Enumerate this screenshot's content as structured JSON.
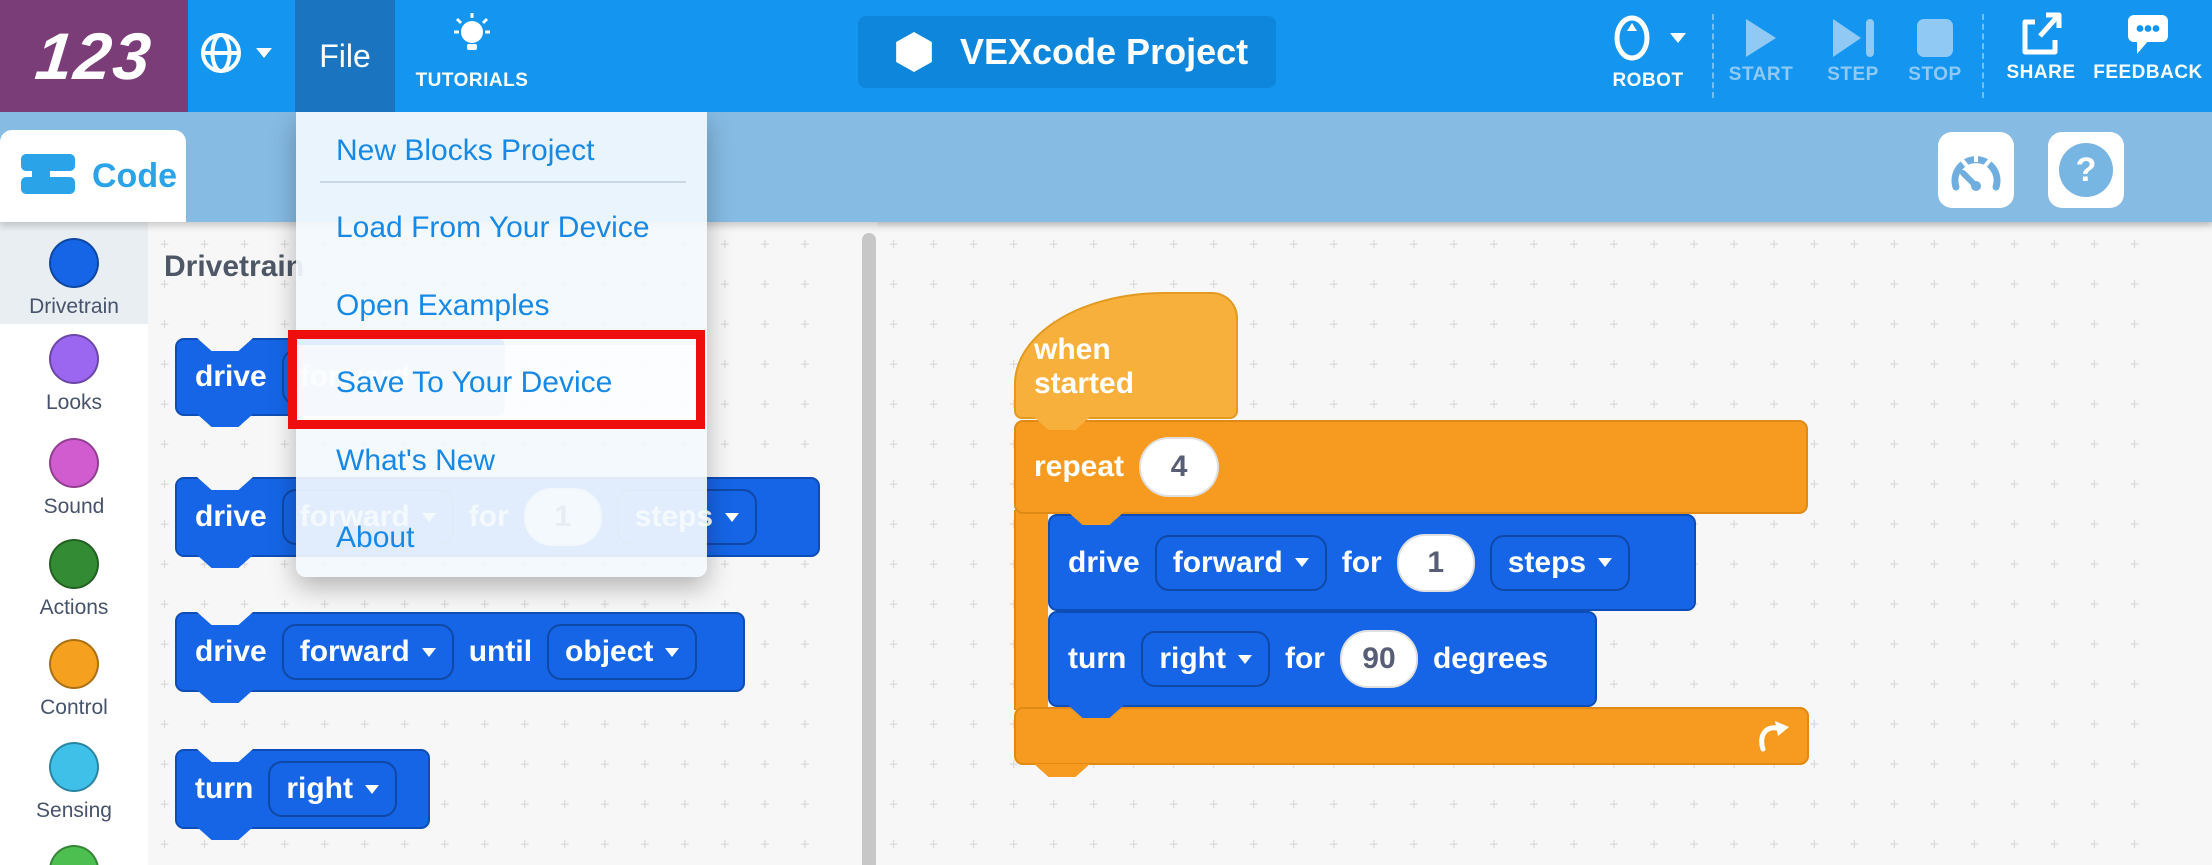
{
  "header": {
    "logo": "123",
    "file_menu_label": "File",
    "tutorials_label": "TUTORIALS",
    "project_title": "VEXcode Project",
    "robot_label": "ROBOT",
    "start_label": "START",
    "step_label": "STEP",
    "stop_label": "STOP",
    "share_label": "SHARE",
    "feedback_label": "FEEDBACK",
    "start_enabled": false,
    "step_enabled": false,
    "stop_enabled": false
  },
  "file_menu": {
    "items": [
      {
        "label": "New Blocks Project",
        "highlighted": false
      },
      {
        "label": "Load From Your Device",
        "highlighted": false
      },
      {
        "label": "Open Examples",
        "highlighted": false
      },
      {
        "label": "Save To Your Device",
        "highlighted": true
      },
      {
        "label": "What's New",
        "highlighted": false
      },
      {
        "label": "About",
        "highlighted": false
      }
    ],
    "annotation": "red box drawn around Save To Your Device"
  },
  "subheader": {
    "code_tab_label": "Code"
  },
  "sidebar": {
    "categories": [
      {
        "label": "Drivetrain",
        "color": "#1565E6",
        "selected": true
      },
      {
        "label": "Looks",
        "color": "#9B66F0",
        "selected": false
      },
      {
        "label": "Sound",
        "color": "#D05CD0",
        "selected": false
      },
      {
        "label": "Actions",
        "color": "#338C33",
        "selected": false
      },
      {
        "label": "Control",
        "color": "#F5A01E",
        "selected": false
      },
      {
        "label": "Sensing",
        "color": "#3EC0E8",
        "selected": false
      },
      {
        "label": "",
        "color": "#4CBF50",
        "selected": false
      }
    ]
  },
  "palette": {
    "title": "Drivetrain",
    "blocks": [
      {
        "verb": "drive",
        "direction": "forward"
      },
      {
        "verb": "drive",
        "direction": "forward",
        "preposition": "for",
        "value": "1",
        "unit": "steps"
      },
      {
        "verb": "drive",
        "direction": "forward",
        "preposition": "until",
        "target": "object"
      },
      {
        "verb": "turn",
        "direction": "right"
      }
    ]
  },
  "workspace": {
    "hat": {
      "label": "when started"
    },
    "repeat": {
      "label": "repeat",
      "count": "4"
    },
    "drive": {
      "verb": "drive",
      "direction": "forward",
      "preposition": "for",
      "value": "1",
      "unit": "steps"
    },
    "turn": {
      "verb": "turn",
      "direction": "right",
      "preposition": "for",
      "value": "90",
      "unit": "degrees"
    }
  },
  "colors": {
    "header_blue": "#1496F0",
    "subheader_blue": "#86BBE3",
    "logo_purple": "#7B3D78",
    "file_button_blue": "#1B74C0",
    "menu_text_blue": "#1789E4",
    "block_blue": "#1565E6",
    "control_orange": "#F69B20",
    "hat_amber": "#F8B03C",
    "annotation_red": "#EF0E0E",
    "disabled_icon_blue": "#8FC9F4"
  }
}
